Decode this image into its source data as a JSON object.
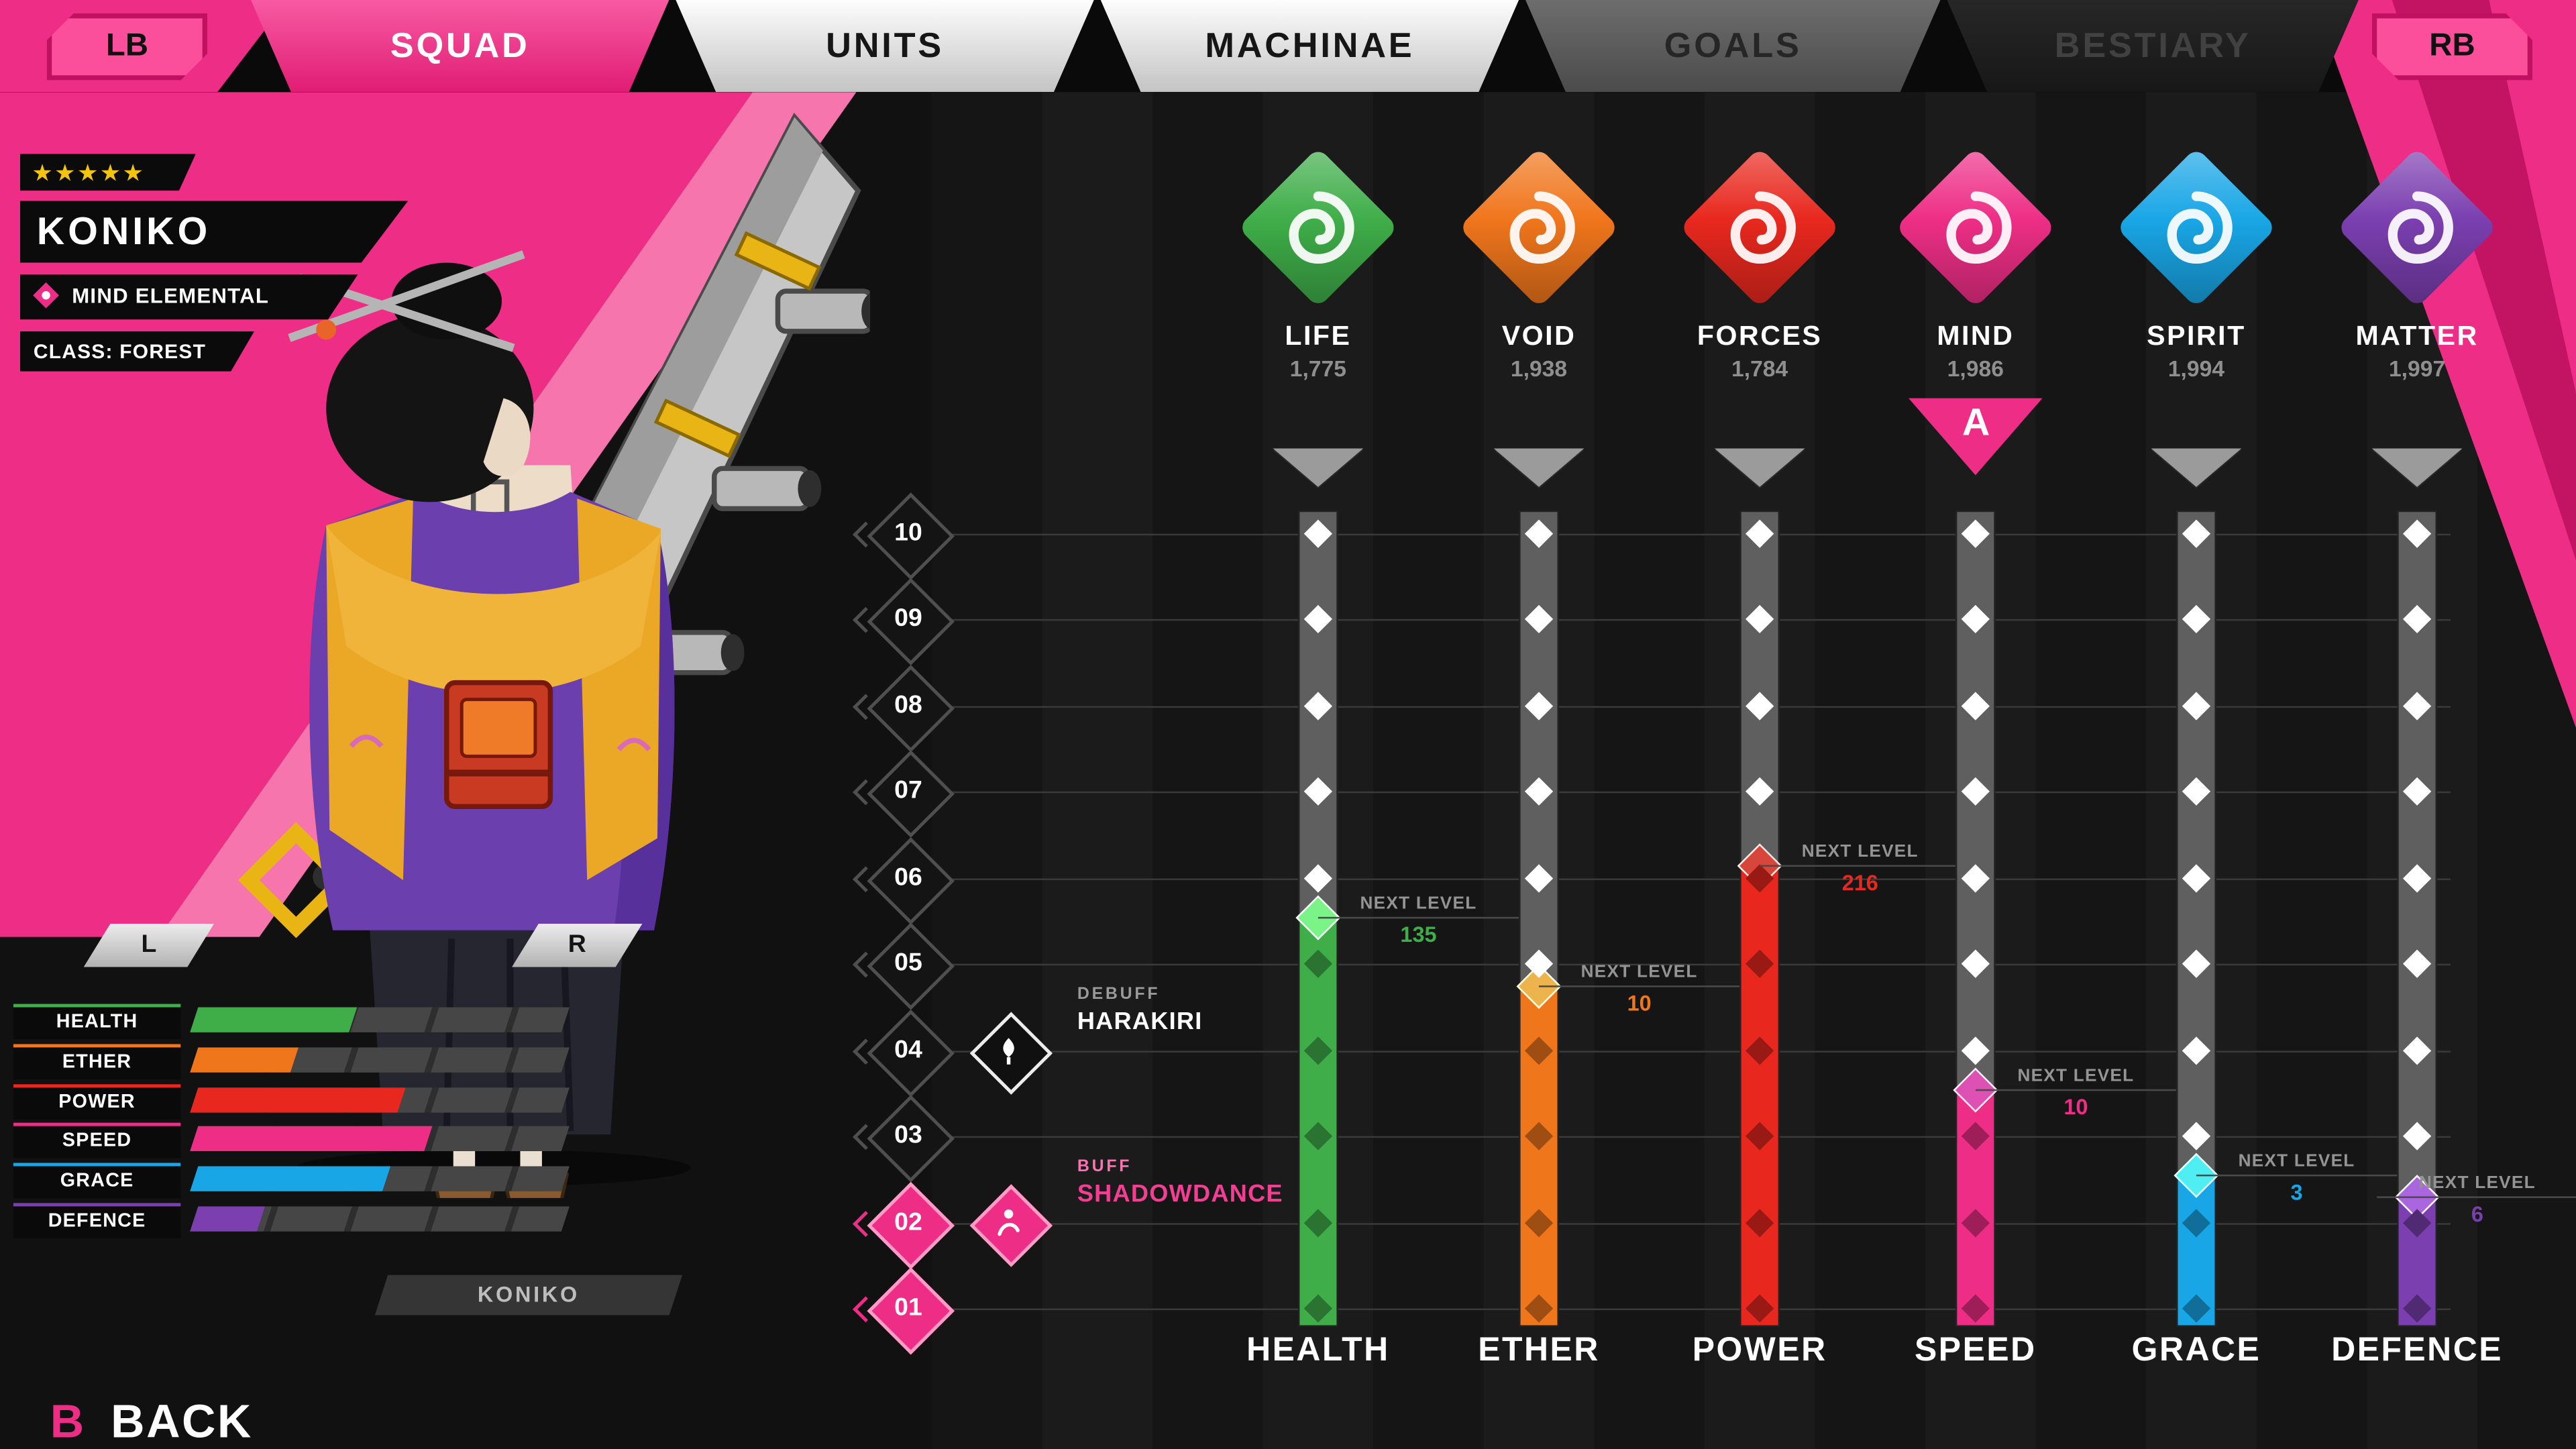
{
  "colors": {
    "accent_pink": "#ee2e86"
  },
  "top_bar": {
    "lb_label": "LB",
    "rb_label": "RB",
    "tabs": [
      {
        "label": "SQUAD",
        "state": "active"
      },
      {
        "label": "UNITS",
        "state": "light"
      },
      {
        "label": "MACHINAE",
        "state": "light"
      },
      {
        "label": "GOALS",
        "state": "dim"
      },
      {
        "label": "BESTIARY",
        "state": "dimmer"
      }
    ]
  },
  "character": {
    "stars": "★★★★★",
    "name": "KONIKO",
    "type_label": "MIND ELEMENTAL",
    "class_label": "CLASS: FOREST",
    "left_button": "L",
    "right_button": "R",
    "nameplate": "KONIKO"
  },
  "stat_summary": [
    {
      "label": "HEALTH",
      "color": "#3fae49",
      "fill": 0.43
    },
    {
      "label": "ETHER",
      "color": "#f0761c",
      "fill": 0.27
    },
    {
      "label": "POWER",
      "color": "#e8281e",
      "fill": 0.56
    },
    {
      "label": "SPEED",
      "color": "#ee2e86",
      "fill": 0.63
    },
    {
      "label": "GRACE",
      "color": "#19a6e6",
      "fill": 0.52
    },
    {
      "label": "DEFENCE",
      "color": "#7b3fb0",
      "fill": 0.18
    }
  ],
  "back": {
    "button": "B",
    "label": "BACK"
  },
  "elements": [
    {
      "name": "LIFE",
      "value": "1,775",
      "color": "#3fae49"
    },
    {
      "name": "VOID",
      "value": "1,938",
      "color": "#f0761c"
    },
    {
      "name": "FORCES",
      "value": "1,784",
      "color": "#e8281e"
    },
    {
      "name": "MIND",
      "value": "1,986",
      "color": "#ee2e86",
      "selected": true
    },
    {
      "name": "SPIRIT",
      "value": "1,994",
      "color": "#19a6e6"
    },
    {
      "name": "MATTER",
      "value": "1,997",
      "color": "#7b3fb0"
    }
  ],
  "levels": [
    {
      "label": "10"
    },
    {
      "label": "09"
    },
    {
      "label": "08"
    },
    {
      "label": "07"
    },
    {
      "label": "06"
    },
    {
      "label": "05"
    },
    {
      "label": "04"
    },
    {
      "label": "03"
    },
    {
      "label": "02",
      "pink": true
    },
    {
      "label": "01",
      "pink": true
    }
  ],
  "tracks": [
    {
      "label": "HEALTH",
      "color": "#3fae49",
      "level": 5.55,
      "next_label": "NEXT LEVEL",
      "next_value": "135"
    },
    {
      "label": "ETHER",
      "color": "#f0761c",
      "level": 4.75,
      "next_label": "NEXT LEVEL",
      "next_value": "10"
    },
    {
      "label": "POWER",
      "color": "#e8281e",
      "level": 6.15,
      "next_label": "NEXT LEVEL",
      "next_value": "216"
    },
    {
      "label": "SPEED",
      "color": "#ee2e86",
      "level": 3.55,
      "next_label": "NEXT LEVEL",
      "next_value": "10",
      "selected": true,
      "marker": "A"
    },
    {
      "label": "GRACE",
      "color": "#19a6e6",
      "level": 2.55,
      "next_label": "NEXT LEVEL",
      "next_value": "3"
    },
    {
      "label": "DEFENCE",
      "color": "#7b3fb0",
      "level": 2.3,
      "next_label": "NEXT LEVEL",
      "next_value": "6"
    }
  ],
  "effects": [
    {
      "kind": "DEBUFF",
      "name": "HARAKIRI",
      "level": 4,
      "variant": "debuff"
    },
    {
      "kind": "BUFF",
      "name": "SHADOWDANCE",
      "level": 2,
      "variant": "buff"
    }
  ]
}
